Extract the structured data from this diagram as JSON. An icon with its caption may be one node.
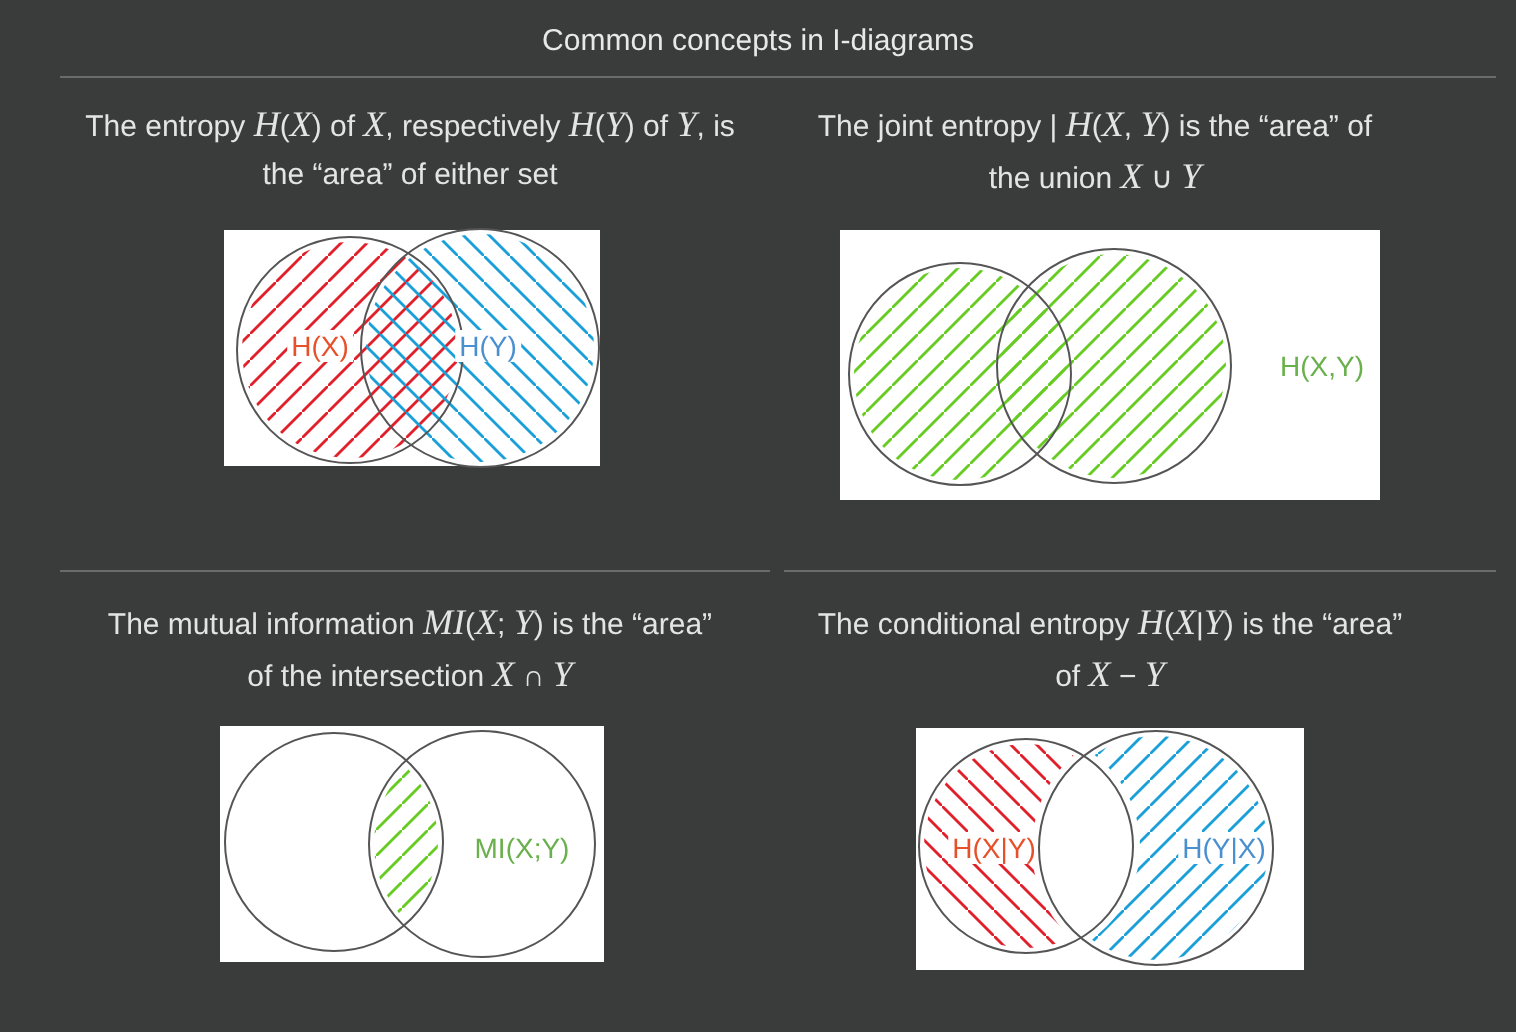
{
  "diagram": {
    "title": "Common concepts in I-diagrams",
    "nodes": [
      {
        "text": [
          "H(X)"
        ]
      },
      {
        "text": [
          "H(Y)"
        ]
      },
      {
        "text": [],
        "shape": "circle"
      },
      {
        "text": [],
        "shape": "circle"
      },
      {
        "text": [],
        "shape": "circle"
      },
      {
        "text": [
          "MI(X;Y)"
        ]
      },
      {
        "text": [
          "H(X|Y)"
        ]
      },
      {
        "text": [
          "H(Y|X)"
        ]
      }
    ],
    "edges": [],
    "labels": [
      "The entropy *H*(*X*) of *X*, respectively *H*(*Y*) of *Y*, is the “area” of either set",
      "The joint entropy | *H*(*X*, *Y*) is the “area” of the union *X* ∪ *Y*",
      "H(X,Y)",
      "The mutual information *MI*(*X*; *Y*) is the “area” of the intersection *X* ∩ *Y*",
      "The conditional entropy *H*(*X*|*Y*) is the “area” of *X* − *Y*"
    ]
  }
}
